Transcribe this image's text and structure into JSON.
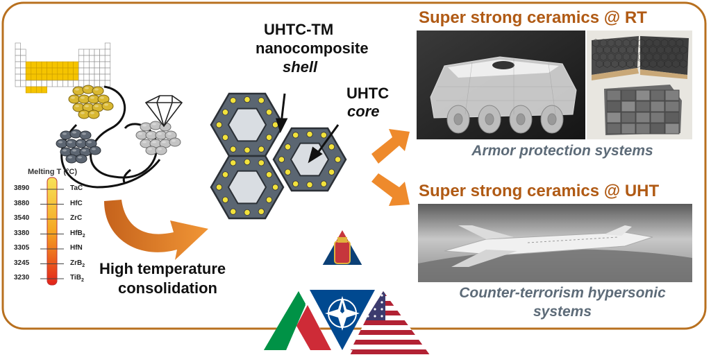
{
  "melting": {
    "title": "Melting T (°C)",
    "rows": [
      {
        "temp": "3890",
        "material": "TaC",
        "sub": ""
      },
      {
        "temp": "3880",
        "material": "HfC",
        "sub": ""
      },
      {
        "temp": "3540",
        "material": "ZrC",
        "sub": ""
      },
      {
        "temp": "3380",
        "material": "HfB",
        "sub": "2"
      },
      {
        "temp": "3305",
        "material": "HfN",
        "sub": ""
      },
      {
        "temp": "3245",
        "material": "ZrB",
        "sub": "2"
      },
      {
        "temp": "3230",
        "material": "TiB",
        "sub": "2"
      }
    ]
  },
  "process": {
    "line1": "High temperature",
    "line2": "consolidation"
  },
  "composite": {
    "shell_line1": "UHTC-TM",
    "shell_line2": "nanocomposite",
    "shell_line3": "shell",
    "core_line1": "UHTC",
    "core_line2": "core"
  },
  "applications": {
    "rt_title": "Super strong ceramics @ RT",
    "armor_caption": "Armor protection systems",
    "uht_title": "Super strong ceramics @ UHT",
    "hyper_caption_line1": "Counter-terrorism hypersonic",
    "hyper_caption_line2": "systems"
  },
  "colors": {
    "frame": "#b8701f",
    "title": "#b05a14",
    "caption": "#5d6b78",
    "arrow": "#ee8a2c",
    "hexagon_fill": "#5b6672",
    "core_fill": "#d9dde2",
    "particle": "#f2e23c"
  }
}
